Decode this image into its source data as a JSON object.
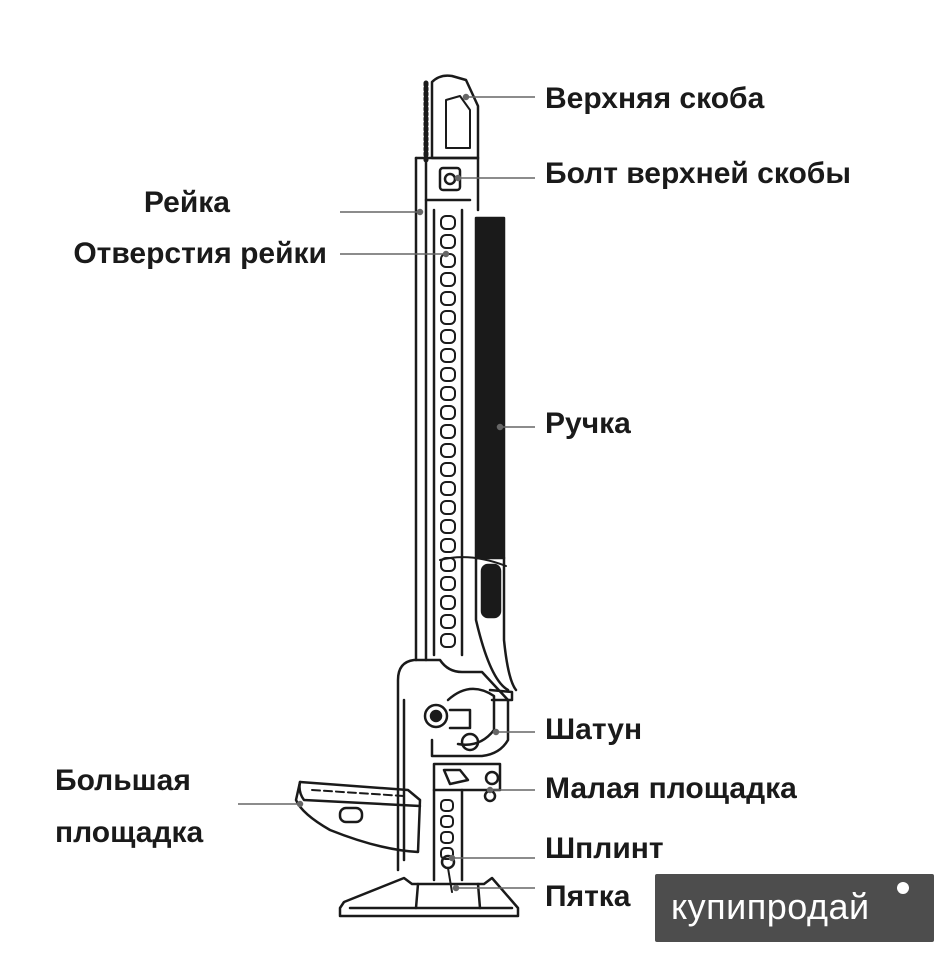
{
  "labels": {
    "top_clamp": "Верхняя скоба",
    "top_clamp_bolt": "Болт верхней скобы",
    "rack": "Рейка",
    "rack_holes": "Отверстия рейки",
    "handle": "Ручка",
    "connecting_rod": "Шатун",
    "small_platform": "Малая площадка",
    "large_platform_line1": "Большая",
    "large_platform_line2": "площадка",
    "cotter_pin": "Шплинт",
    "heel": "Пятка"
  },
  "watermark": {
    "text": "купипродай"
  },
  "colors": {
    "line": "#1a1a1a",
    "leader": "#666666",
    "handle": "#1a1a1a",
    "watermark_bg": "#4d4d4d"
  }
}
